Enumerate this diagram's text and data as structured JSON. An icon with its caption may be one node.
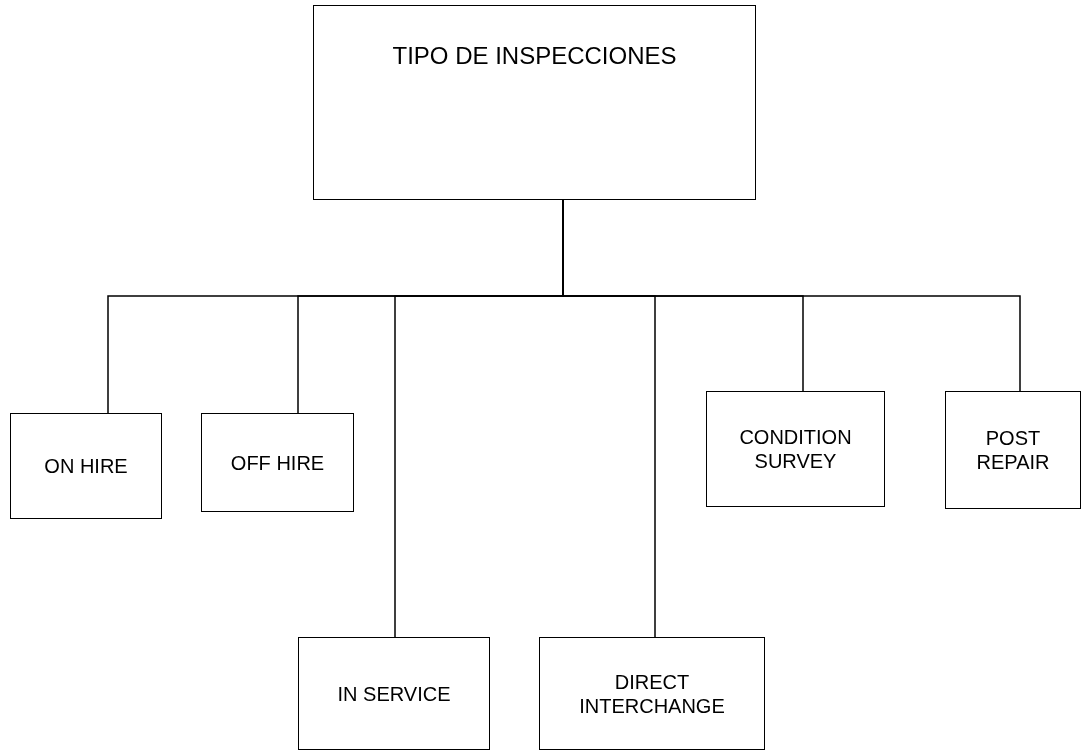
{
  "diagram": {
    "nodes": [
      {
        "text": [
          "TIPO DE INSPECCIONES"
        ]
      },
      {
        "text": [
          "ON HIRE"
        ]
      },
      {
        "text": [
          "OFF HIRE"
        ]
      },
      {
        "text": [
          "IN SERVICE"
        ]
      },
      {
        "text": [
          "DIRECT INTERCHANGE"
        ]
      },
      {
        "text": [
          "CONDITION SURVEY"
        ]
      },
      {
        "text": [
          "POST REPAIR"
        ]
      }
    ],
    "edges": [
      {
        "from": 0,
        "to": 1,
        "arrow": "none"
      },
      {
        "from": 0,
        "to": 2,
        "arrow": "none"
      },
      {
        "from": 0,
        "to": 3,
        "arrow": "none"
      },
      {
        "from": 0,
        "to": 4,
        "arrow": "none"
      },
      {
        "from": 0,
        "to": 5,
        "arrow": "none"
      },
      {
        "from": 0,
        "to": 6,
        "arrow": "none"
      }
    ]
  }
}
